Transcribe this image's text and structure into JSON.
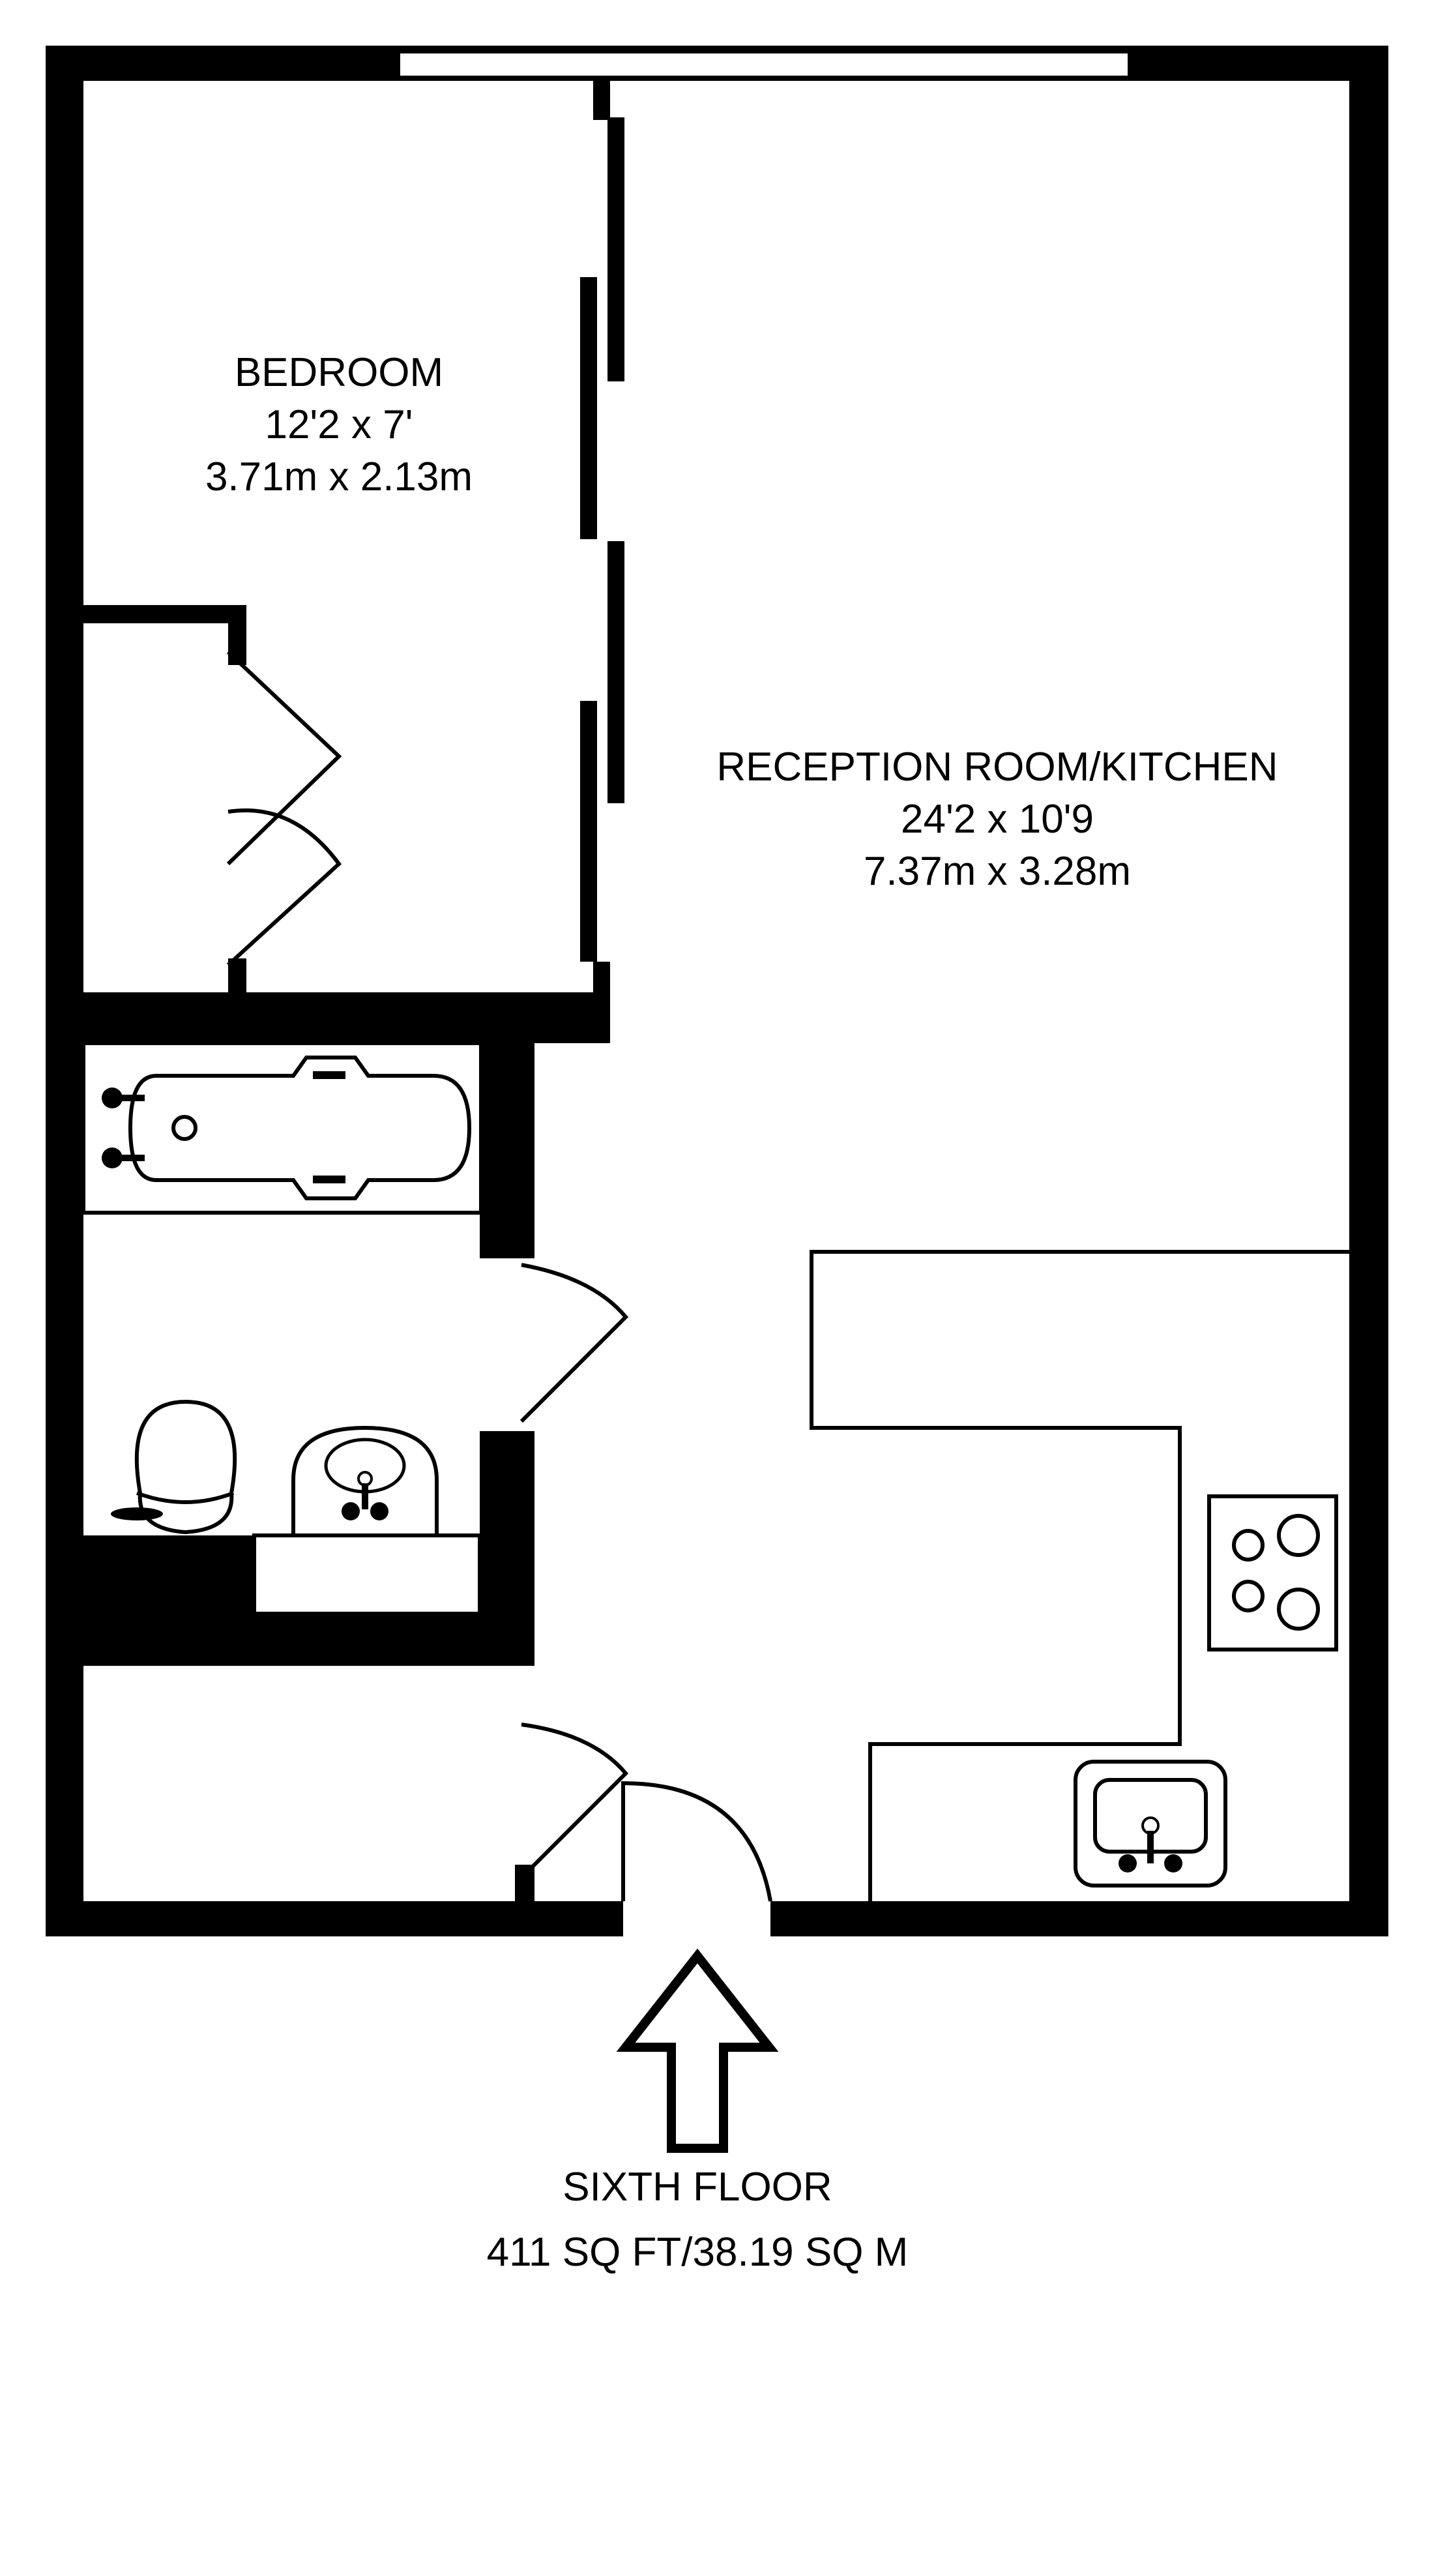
{
  "rooms": {
    "bedroom": {
      "name": "BEDROOM",
      "imperial": "12'2 x 7'",
      "metric": "3.71m x 2.13m"
    },
    "reception": {
      "name": "RECEPTION ROOM/KITCHEN",
      "imperial": "24'2 x 10'9",
      "metric": "7.37m x 3.28m"
    }
  },
  "footer": {
    "floor": "SIXTH FLOOR",
    "area": "411 SQ FT/38.19 SQ M"
  },
  "colors": {
    "wall": "#000000",
    "background": "#ffffff"
  }
}
